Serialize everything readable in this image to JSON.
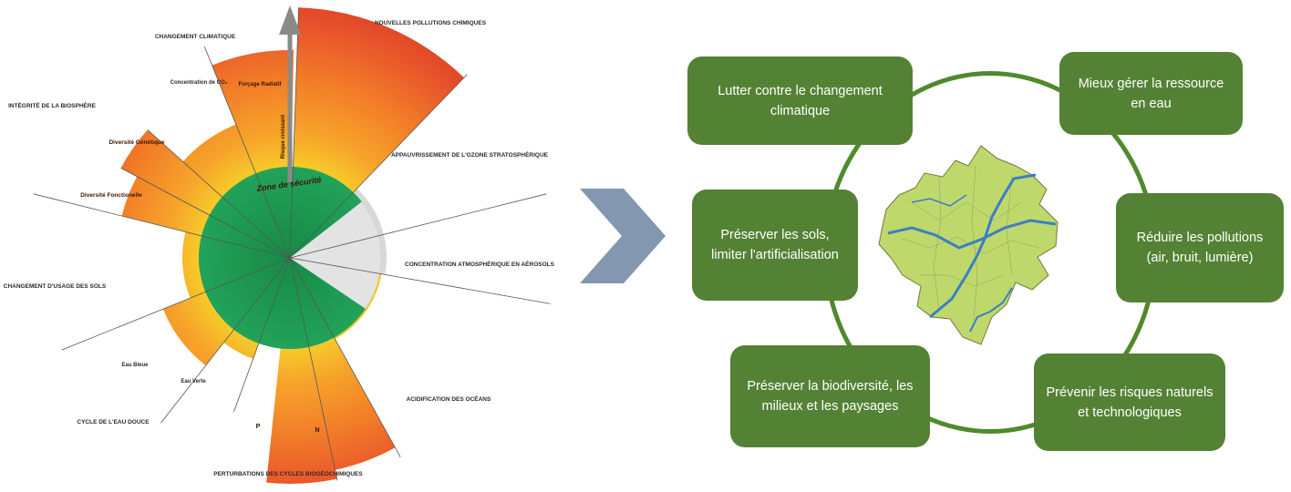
{
  "boundaries": {
    "labels": {
      "climate": "CHANGEMENT CLIMATIQUE",
      "pollutions": "NOUVELLES POLLUTIONS CHIMIQUES",
      "ozone": "APPAUVRISSEMENT DE L'OZONE STRATOSPHÉRIQUE",
      "aerosols": "CONCENTRATION ATMOSPHÉRIQUE EN AÉROSOLS",
      "ocean": "ACIDIFICATION DES OCÉANS",
      "biogeo": "PERTURBATIONS DES CYCLES BIOGÉOCHIMIQUES",
      "freshwater": "CYCLE DE L'EAU DOUCE",
      "landuse": "CHANGEMENT D'USAGE DES SOLS",
      "biosphere": "INTÉGRITÉ DE LA BIOSPHÈRE"
    },
    "inner": {
      "co2": "Concentration de CO₂",
      "forcing": "Forçage Radiatif",
      "genetic": "Diversité Génétique",
      "functional": "Diversité Fonctionelle",
      "safe_zone": "Zone de sécurité",
      "increasing_risk": "Risque croissant",
      "blue_water": "Eau Bleue",
      "green_water": "Eau Verte",
      "p": "P",
      "n": "N"
    }
  },
  "goals": {
    "climate": "Lutter contre le changement climatique",
    "water": "Mieux gérer la ressource en eau",
    "soils": "Préserver les sols, limiter l'artificialisation",
    "pollution": "Réduire les pollutions (air, bruit, lumière)",
    "biodiversity": "Préserver la biodiversité, les milieux et les paysages",
    "risks": "Prévenir les risques naturels et technologiques"
  },
  "colors": {
    "safe_zone": "#1f9950",
    "goal_box": "#548235",
    "ring": "#4f8a2c",
    "arrow": "#8497b0",
    "map_fill": "#bfd86c",
    "river": "#3b7fc4"
  }
}
